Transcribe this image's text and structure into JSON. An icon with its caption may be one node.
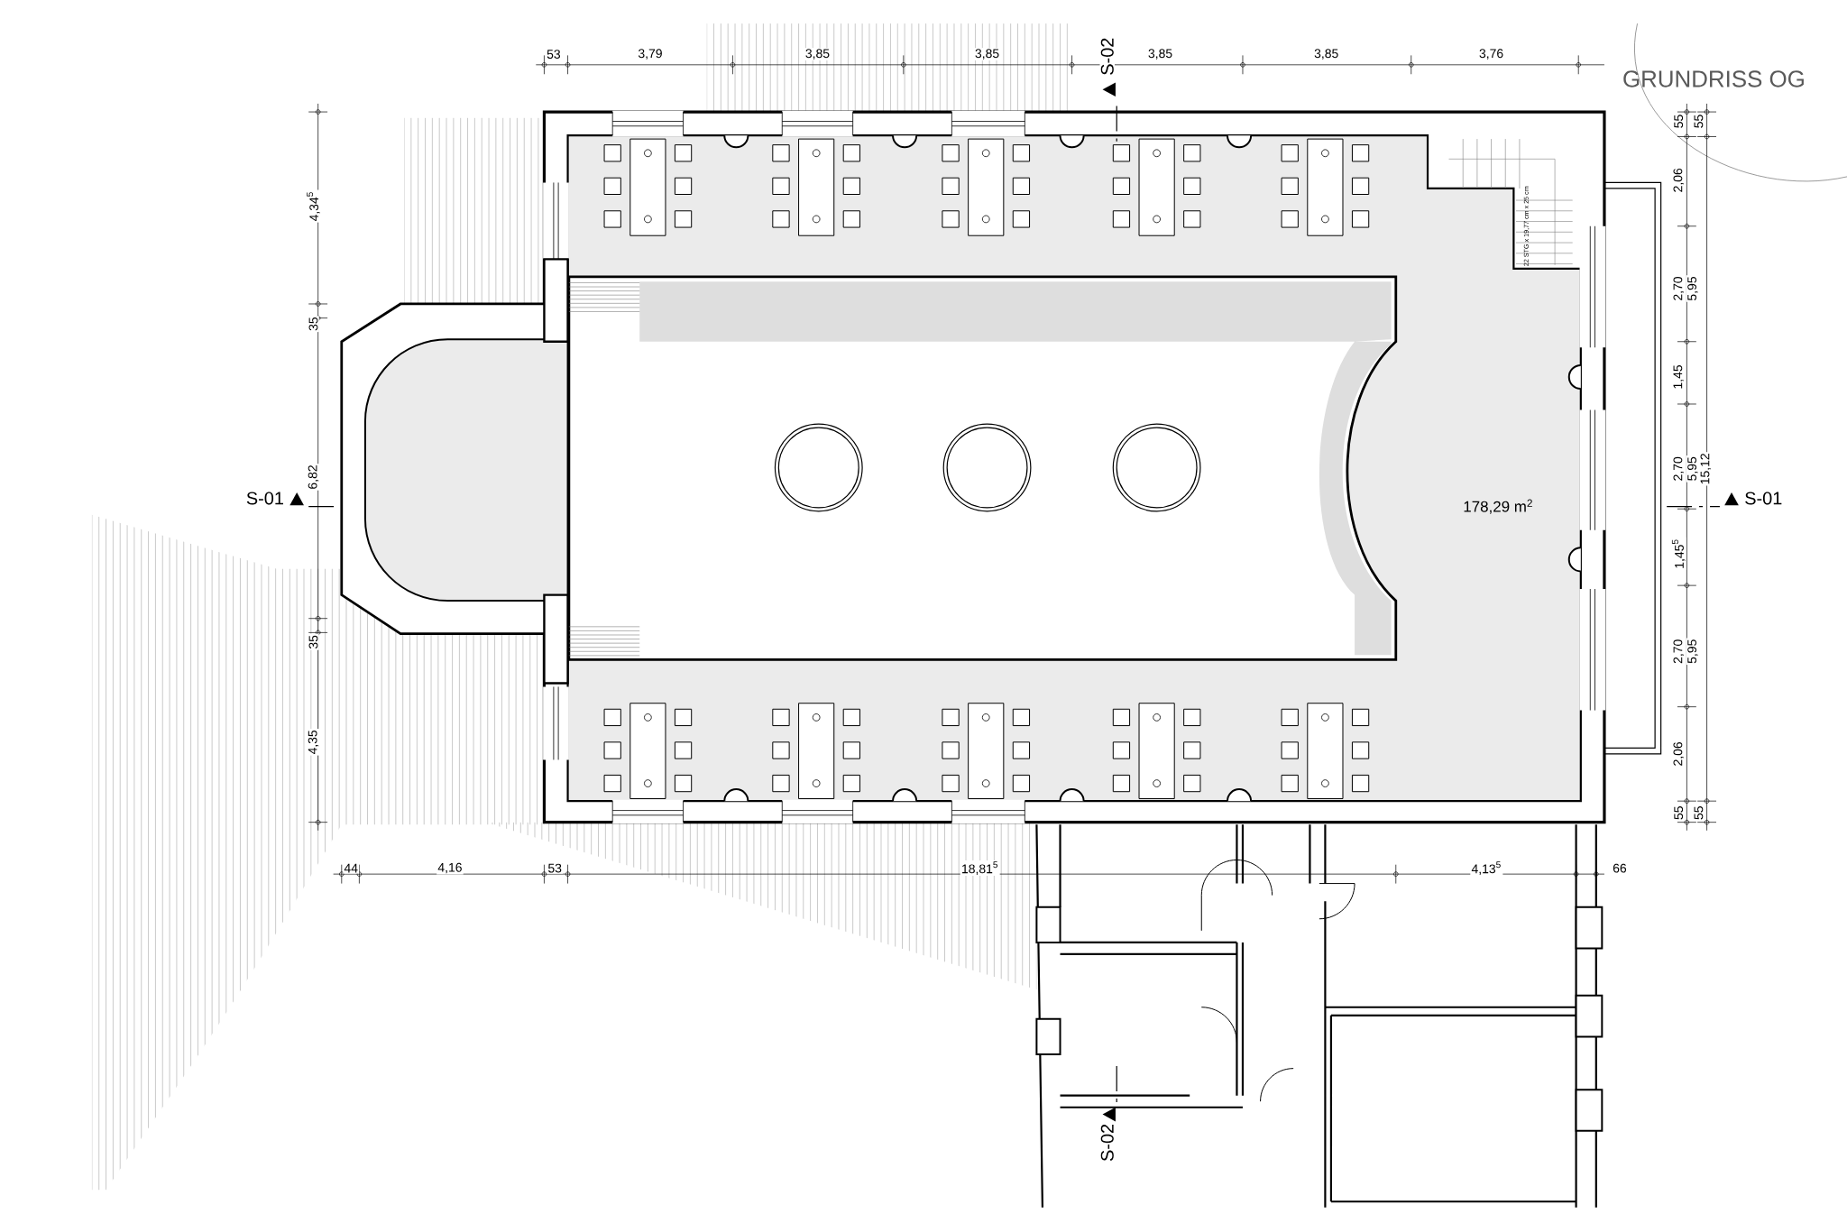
{
  "diagram": {
    "title": "GRUNDRISS OG",
    "labels": [
      "53",
      "3,79",
      "3,85",
      "3,85",
      "3,85",
      "3,85",
      "3,76",
      "S-02",
      "4,34$^{5}$",
      "35",
      "6,82",
      "35",
      "4,35",
      "S-01",
      "178,29 m$^{2}$",
      "55",
      "55",
      "2,06",
      "2,70",
      "5,95",
      "1,45",
      "2,70",
      "5,95",
      "15,12",
      "1,45$^{5}$",
      "2,70",
      "5,95",
      "2,06",
      "55",
      "55",
      "S-01",
      "44",
      "4,16",
      "53",
      "18,81$^{5}$",
      "4,13$^{5}$",
      "66",
      "S-02",
      "22 STG x 19,77 cm x 25 cm"
    ]
  }
}
